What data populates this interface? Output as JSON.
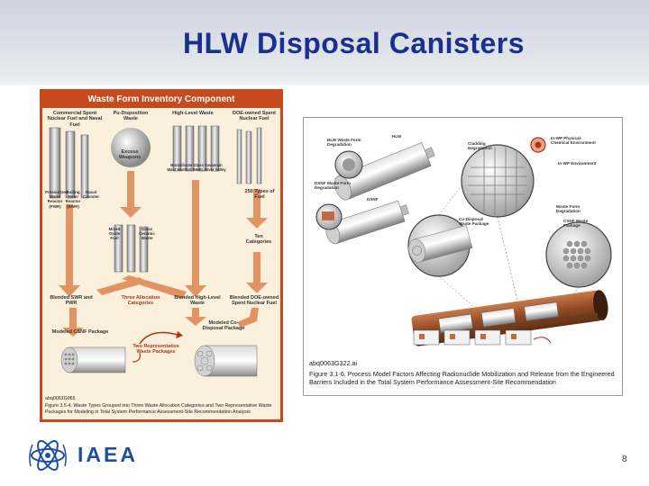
{
  "slide": {
    "title": "HLW Disposal Canisters",
    "page_number": "8",
    "org_name": "IAEA",
    "colors": {
      "title": "#17318c",
      "frame": "#c64a1d",
      "logo": "#1d4f9f"
    }
  },
  "left_figure": {
    "heading": "Waste Form Inventory Component",
    "columns": [
      "Commercial Spent Nuclear Fuel and Naval Fuel",
      "Pu-Disposition Waste",
      "High-Level Waste",
      "DOE-owned Spent Nuclear Fuel"
    ],
    "labels": {
      "pwr": "Pressurized Water Reactor (PWR)",
      "bwr": "Boiling Water Reactor (BWR)",
      "naval": "Naval Canister",
      "excess": "Excess Weapons",
      "hlw_types": "Borosilicate Glass Savannah West Hanford INEEL River Valley",
      "mixed": "Mixed Oxide Fuel",
      "glass": "Glass Ceramic Waste",
      "doe_types": "250 Types of Fuel",
      "ten": "Ten Categories",
      "blended_swr": "Blended SWR and PWR",
      "three_alloc": "Three Allocation Categories",
      "blended_hlw": "Blended High-Level Waste",
      "blended_doe": "Blended DOE-owned Spent Nuclear Fuel",
      "csnf_pkg": "Modeled CSNF Package",
      "codisposal": "Modeled Co-Disposal Package",
      "two_rep": "Two Representative Waste Packages"
    },
    "figure_id": "abq0063G065",
    "caption": "Figure 3.5-4.   Waste Types Grouped into Three Waste Allocation Categories and Two Representative Waste Packages for Modeling in Total System Performance Assessment-Site Recommendation Analysis"
  },
  "right_figure": {
    "labels": {
      "hlw": "HLW",
      "hlw_degr": "HLW Waste Form Degradation",
      "cladding": "Cladding Degradation",
      "inwp": "In-WP Physical-Chemical Environment",
      "inwp_env": "In-WP Environment",
      "dsnf_degr": "DSNF Waste Form Degradation",
      "dsnf": "DSNF",
      "codisposal_wp": "Co-Disposal Waste Package",
      "wf_degr": "Waste Form Degradation",
      "csnf_wp": "CSNF Waste Package"
    },
    "figure_id": "abq0063G322.ai",
    "caption": "Figure 3.1-6.    Process Model Factors Affecting Radionuclide Mobilization and Release from the Engineered Barriers Included in the Total System Performance Assessment-Site Recommendation"
  }
}
